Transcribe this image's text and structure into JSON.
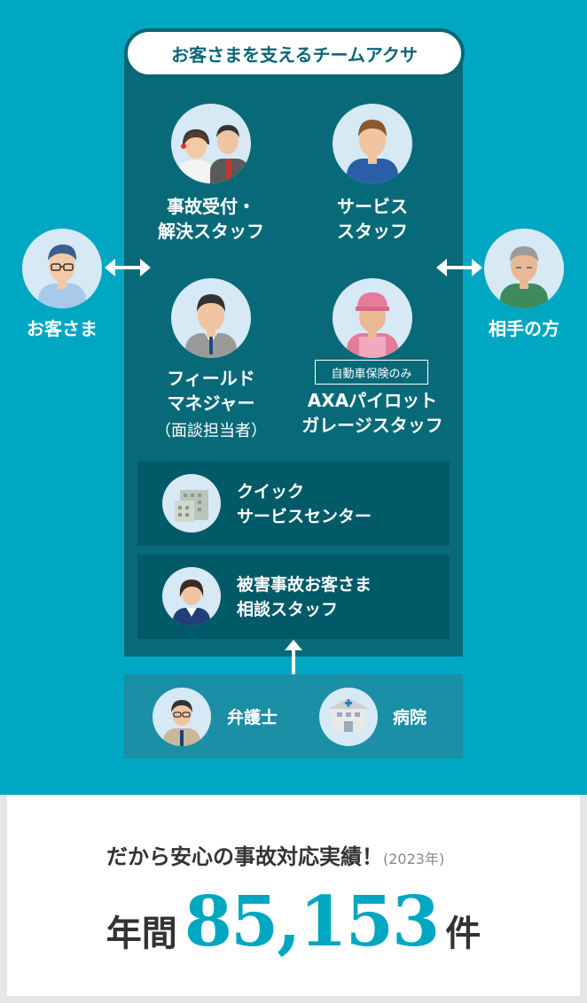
{
  "team": {
    "title": "お客さまを支えるチームアクサ"
  },
  "customer": {
    "label": "お客さま",
    "icon": "customer-person-icon"
  },
  "other_party": {
    "label": "相手の方",
    "icon": "elderly-person-icon"
  },
  "members": [
    {
      "line1": "事故受付・",
      "line2": "解決スタッフ",
      "icon": "reception-staff-icon"
    },
    {
      "line1": "サービス",
      "line2": "スタッフ",
      "icon": "service-staff-icon"
    },
    {
      "line1": "フィールド",
      "line2": "マネジャー",
      "line3": "（面談担当者）",
      "icon": "field-manager-icon"
    },
    {
      "tag": "自動車保険のみ",
      "line1": "AXAパイロット",
      "line2": "ガレージスタッフ",
      "icon": "garage-staff-icon"
    }
  ],
  "boxes": [
    {
      "line1": "クイック",
      "line2": "サービスセンター",
      "icon": "building-icon"
    },
    {
      "line1": "被害事故お客さま",
      "line2": "相談スタッフ",
      "icon": "consultant-woman-icon"
    }
  ],
  "partners": [
    {
      "label": "弁護士",
      "icon": "lawyer-icon"
    },
    {
      "label": "病院",
      "icon": "hospital-icon"
    }
  ],
  "summary": {
    "heading": "だから安心の事故対応実績！",
    "year": "(2023年)",
    "prefix": "年間",
    "count": "85,153",
    "suffix": "件"
  },
  "colors": {
    "background": "#00a7c2",
    "panel": "#086a79",
    "box": "#005a68",
    "accent": "#00a7c2"
  }
}
